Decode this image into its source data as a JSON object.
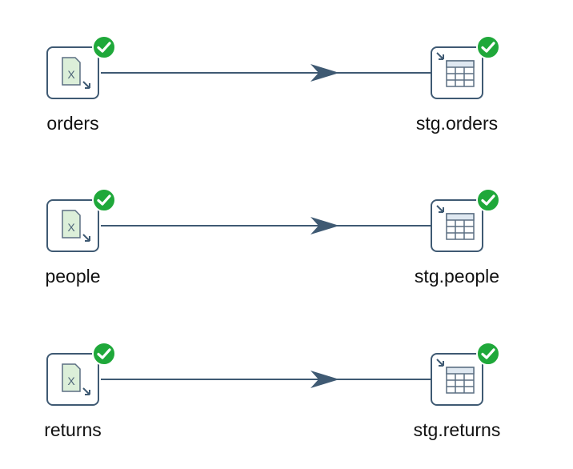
{
  "colors": {
    "hop_line": "#3f5a73",
    "status_ok": "#1fa83a",
    "icon_border": "#3f5a73"
  },
  "steps": [
    {
      "input_label": "orders",
      "output_label": "stg.orders",
      "input_icon": "excel-input-icon",
      "output_icon": "table-output-icon",
      "status": "success"
    },
    {
      "input_label": "people",
      "output_label": "stg.people",
      "input_icon": "excel-input-icon",
      "output_icon": "table-output-icon",
      "status": "success"
    },
    {
      "input_label": "returns",
      "output_label": "stg.returns",
      "input_icon": "excel-input-icon",
      "output_icon": "table-output-icon",
      "status": "success"
    }
  ]
}
